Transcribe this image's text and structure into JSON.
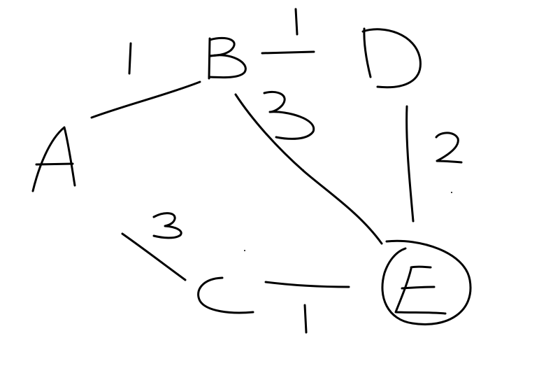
{
  "background_color": "#ffffff",
  "ink_color": "#000000",
  "nodes": [
    {
      "id": "A",
      "label": "A",
      "highlighted": false
    },
    {
      "id": "B",
      "label": "B",
      "highlighted": false
    },
    {
      "id": "D",
      "label": "D",
      "highlighted": false
    },
    {
      "id": "C",
      "label": "C",
      "highlighted": false
    },
    {
      "id": "E",
      "label": "E",
      "highlighted": true
    }
  ],
  "edges": [
    {
      "id": "A-B",
      "from": "A",
      "to": "B",
      "weight": "1"
    },
    {
      "id": "B-D",
      "from": "B",
      "to": "D",
      "weight": "1"
    },
    {
      "id": "B-E",
      "from": "B",
      "to": "E",
      "weight": "3"
    },
    {
      "id": "D-E",
      "from": "D",
      "to": "E",
      "weight": "2"
    },
    {
      "id": "A-C",
      "from": "A",
      "to": "C",
      "weight": "3"
    },
    {
      "id": "C-E",
      "from": "C",
      "to": "E",
      "weight": "1"
    }
  ]
}
